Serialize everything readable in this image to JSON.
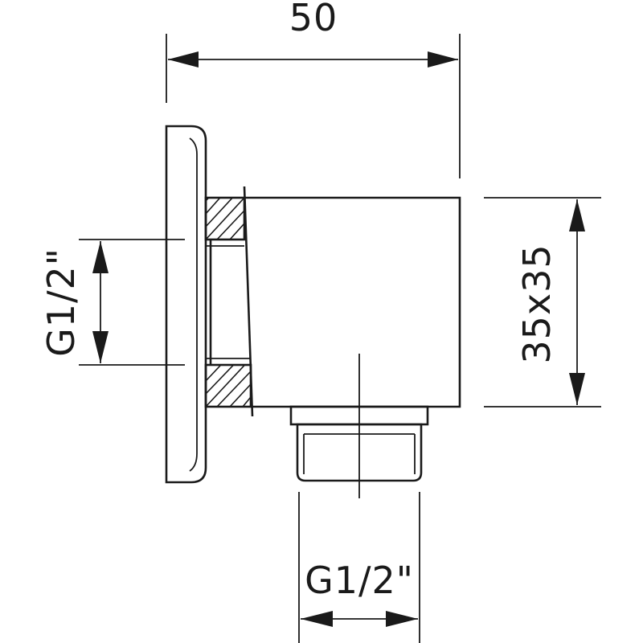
{
  "dimensions": {
    "overall_width": "50",
    "body_size": "35x35",
    "inlet_thread": "G1/2\"",
    "outlet_thread": "G1/2\""
  }
}
